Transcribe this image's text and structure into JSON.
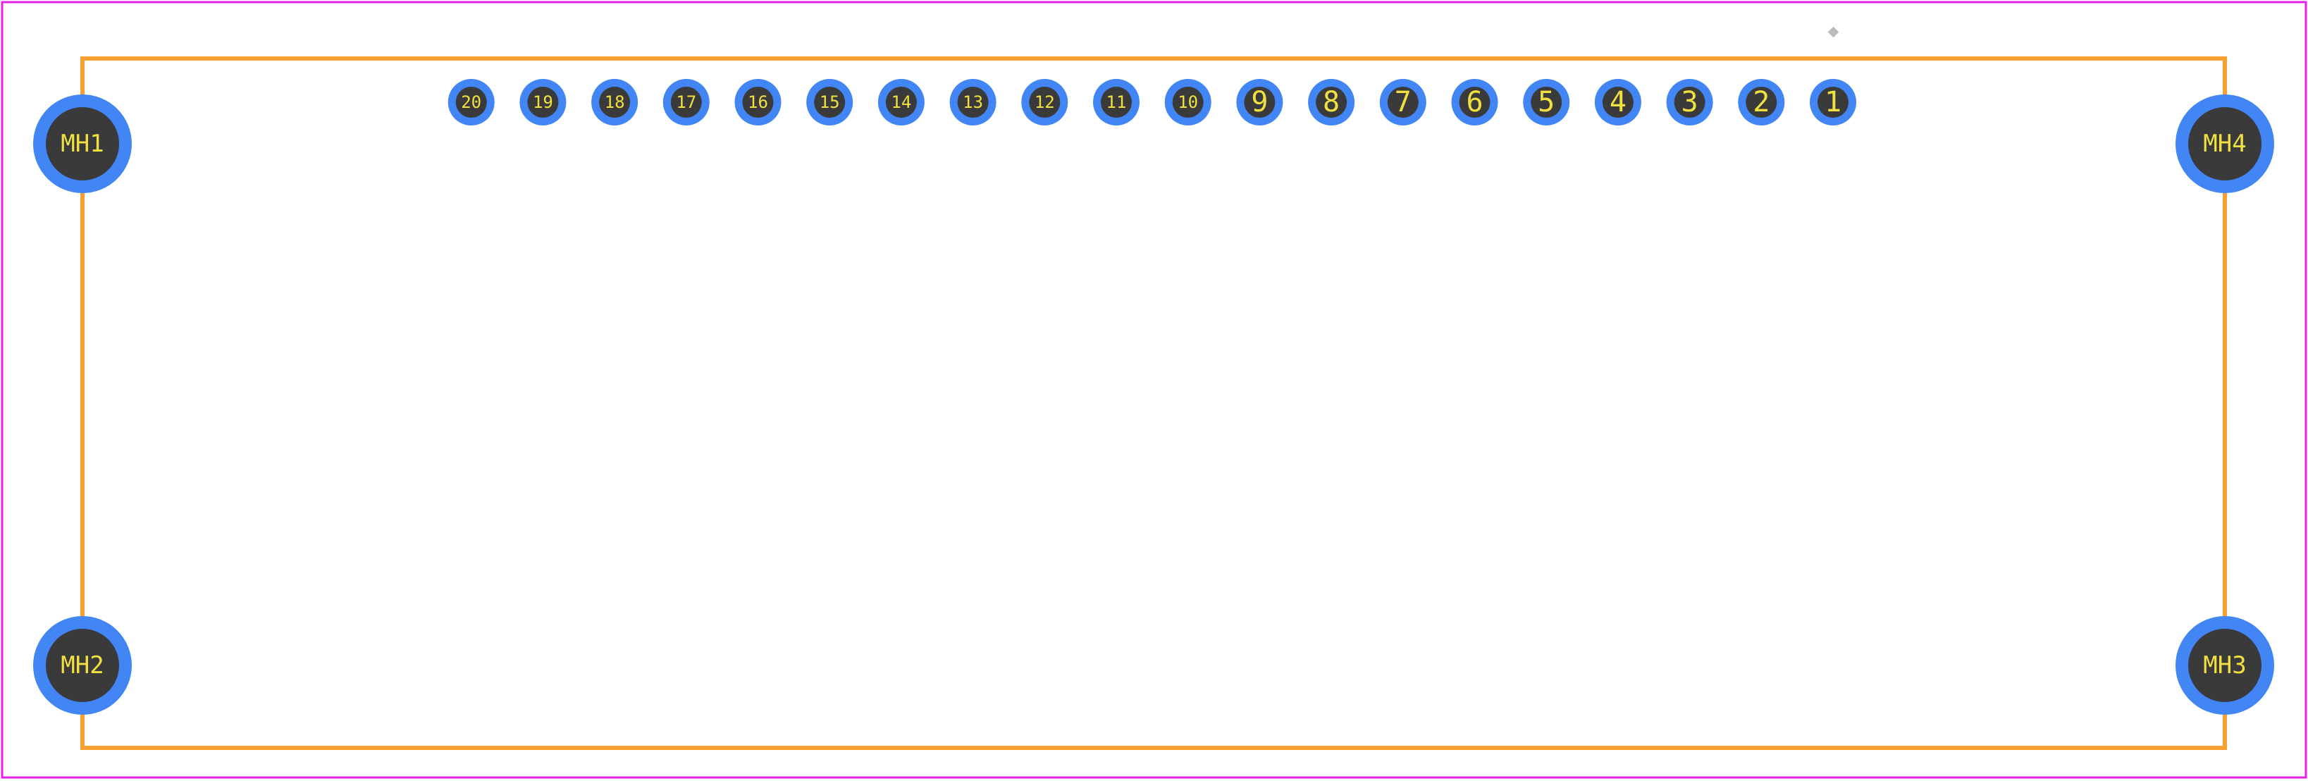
{
  "footprint": {
    "colors": {
      "boundary": "#e620e6",
      "outline": "#f5a030",
      "pad_copper": "#4285f4",
      "pad_hole": "#3a3a3a",
      "label": "#f0e040",
      "origin_marker": "#bbbbbb"
    },
    "pins": [
      "1",
      "2",
      "3",
      "4",
      "5",
      "6",
      "7",
      "8",
      "9",
      "10",
      "11",
      "12",
      "13",
      "14",
      "15",
      "16",
      "17",
      "18",
      "19",
      "20"
    ],
    "mounting_holes": [
      "MH1",
      "MH2",
      "MH3",
      "MH4"
    ],
    "pin1_marker_icon": "diamond-icon"
  }
}
